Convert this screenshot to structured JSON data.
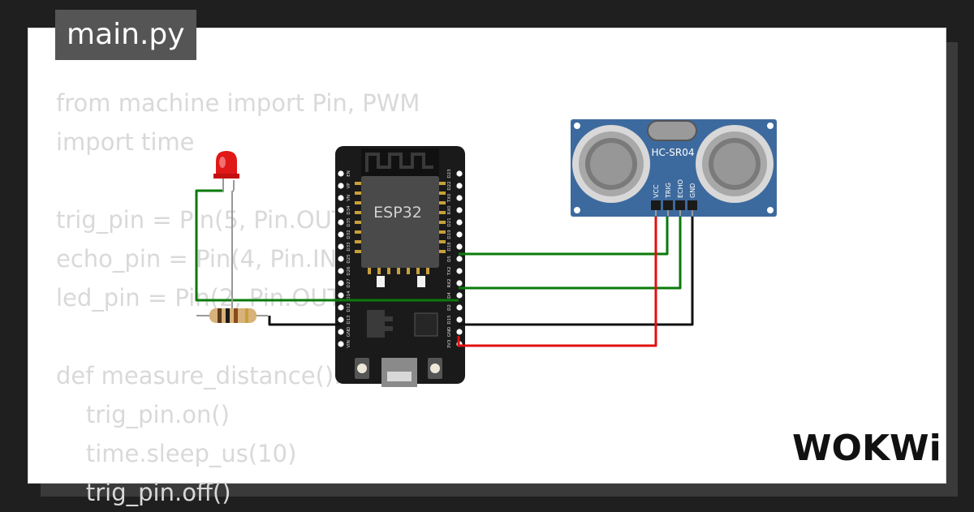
{
  "file": {
    "name": "main.py"
  },
  "code_lines": [
    "from machine import Pin, PWM",
    "import time",
    "",
    "trig_pin = Pin(5, Pin.OUT)",
    "echo_pin = Pin(4, Pin.IN)",
    "led_pin = Pin(2, Pin.OUT)",
    "",
    "def measure_distance():",
    "    trig_pin.on()",
    "    time.sleep_us(10)",
    "    trig_pin.off()"
  ],
  "esp32": {
    "label": "ESP32",
    "pins_left": [
      "EN",
      "VP",
      "VN",
      "D34",
      "D35",
      "D32",
      "D33",
      "D25",
      "D26",
      "D27",
      "D14",
      "D12",
      "D13",
      "GND",
      "VIN"
    ],
    "pins_right": [
      "D23",
      "D22",
      "TX0",
      "RX0",
      "D21",
      "D19",
      "D18",
      "D5",
      "TX2",
      "RX2",
      "D4",
      "D2",
      "D15",
      "GND",
      "3V3"
    ]
  },
  "sensor": {
    "label": "HC-SR04",
    "pins": [
      "VCC",
      "TRIG",
      "ECHO",
      "GND"
    ]
  },
  "brand": {
    "logo_text": "WOKWi"
  },
  "colors": {
    "background": "#1f1f1f",
    "card": "#ffffff",
    "tab": "#555555",
    "code_text": "#d9d9d9",
    "board": "#1a1a1a",
    "sensor_board": "#3d6a9e",
    "wire_green": "#0a7a0a",
    "wire_red": "#e01010",
    "wire_black": "#111111",
    "led": "#e01818"
  }
}
